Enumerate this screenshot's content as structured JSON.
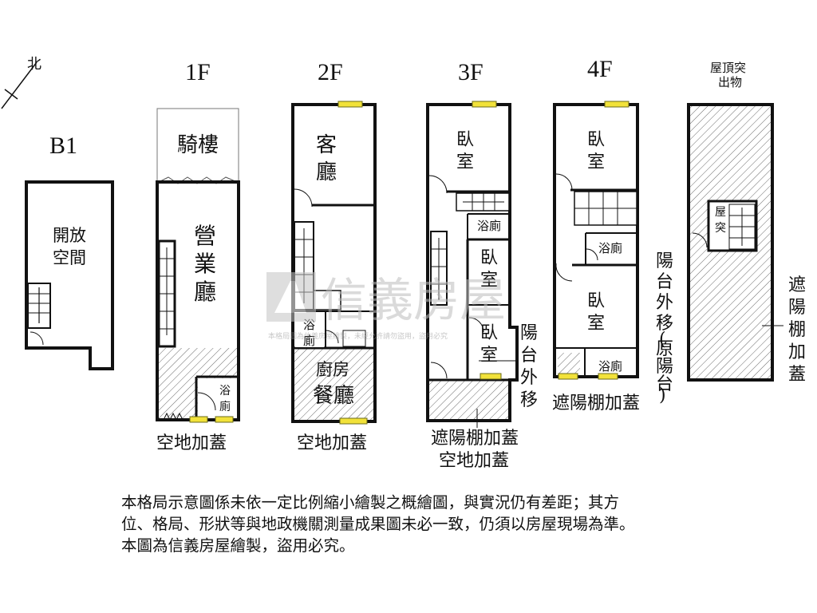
{
  "compass": {
    "label": "北"
  },
  "floors": {
    "b1": {
      "label": "B1",
      "rooms": {
        "open_space": [
          "開放",
          "空間"
        ]
      }
    },
    "f1": {
      "label": "1F",
      "rooms": {
        "arcade": "騎樓",
        "business_hall": [
          "營",
          "業",
          "廳"
        ],
        "bath": [
          "浴",
          "廁"
        ]
      },
      "notes": {
        "added_space": "空地加蓋"
      }
    },
    "f2": {
      "label": "2F",
      "rooms": {
        "living": [
          "客",
          "廳"
        ],
        "bath": [
          "浴",
          "廁"
        ],
        "kitchen": "廚房",
        "dining": "餐廳"
      },
      "notes": {
        "added_space": "空地加蓋"
      }
    },
    "f3": {
      "label": "3F",
      "rooms": {
        "bed1": [
          "臥",
          "室"
        ],
        "bath": "浴廁",
        "bed2": [
          "臥",
          "室"
        ],
        "bed3": [
          "臥",
          "室"
        ]
      },
      "notes": {
        "balcony": [
          "陽",
          "台",
          "外",
          "移"
        ],
        "canopy": "遮陽棚加蓋",
        "added_space": "空地加蓋"
      }
    },
    "f4": {
      "label": "4F",
      "rooms": {
        "bed1": [
          "臥",
          "室"
        ],
        "bath1": "浴廁",
        "bed2": [
          "臥",
          "室"
        ],
        "bath2": "浴廁"
      },
      "notes": {
        "balcony_moved": [
          "陽",
          "台",
          "外",
          "移",
          "(",
          "原",
          "陽",
          "台",
          ")"
        ],
        "canopy": "遮陽棚加蓋"
      }
    },
    "roof": {
      "label": [
        "屋頂突",
        "出物"
      ],
      "rooms": {
        "stair_room": [
          "屋",
          "突"
        ]
      },
      "notes": {
        "canopy": [
          "遮",
          "陽",
          "棚",
          "加",
          "蓋"
        ]
      }
    }
  },
  "watermark": {
    "brand": "信義房屋",
    "small_text": "本格局圖為信義房屋繪製，未經允許請勿盜用，盜用必究"
  },
  "disclaimer": "本格局示意圖係未依一定比例縮小繪製之概繪圖，與實況仍有差距；其方\n位、格局、形狀等與地政機關測量成果圖未必一致，仍須以房屋現場為準。\n本圖為信義房屋繪製，盜用必究。",
  "colors": {
    "wall": "#111111",
    "window_fill": "#f2e23a",
    "window_stroke": "#6b6b1a",
    "hatch": "#555555",
    "watermark": "#bcbcbc"
  }
}
